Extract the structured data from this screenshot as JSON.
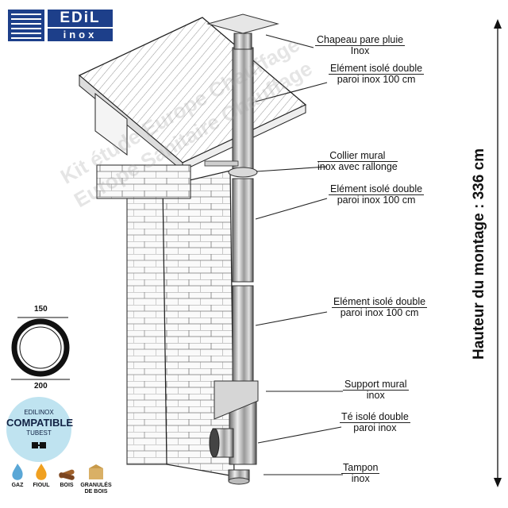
{
  "logo": {
    "brand": "EDiL",
    "sub": "inox"
  },
  "labels": [
    {
      "line1": "Chapeau pare pluie",
      "line2": "Inox"
    },
    {
      "line1": "Elément isolé double",
      "line2": "paroi inox 100 cm"
    },
    {
      "line1": "Collier mural",
      "line2": "inox avec rallonge"
    },
    {
      "line1": "Elément isolé double",
      "line2": "paroi inox 100 cm"
    },
    {
      "line1": "Elément isolé double",
      "line2": "paroi inox 100 cm"
    },
    {
      "line1": "Support mural",
      "line2": "inox"
    },
    {
      "line1": "Té isolé double",
      "line2": "paroi inox"
    },
    {
      "line1": "Tampon",
      "line2": "inox"
    }
  ],
  "height_label": "Hauteur du montage : 336 cm",
  "watermark": {
    "line1": "Kit étude Europe Chauffage",
    "line2": "Europe Sanitaire Chauffage"
  },
  "dimensions": {
    "inner": "150",
    "outer": "200"
  },
  "badge": {
    "line1": "EDILINOX",
    "line2": "COMPATIBLE",
    "line3": "TUBEST"
  },
  "fuels": [
    {
      "label": "GAZ",
      "icon": "gas-flame-icon"
    },
    {
      "label": "FIOUL",
      "icon": "oil-drop-icon"
    },
    {
      "label": "BOIS",
      "icon": "wood-logs-icon"
    },
    {
      "label": "GRANULÉS DE BOIS",
      "icon": "pellets-icon"
    }
  ],
  "colors": {
    "brand": "#1d3f8a",
    "badge": "#bfe3f0",
    "steel": "#b8b8b8"
  }
}
